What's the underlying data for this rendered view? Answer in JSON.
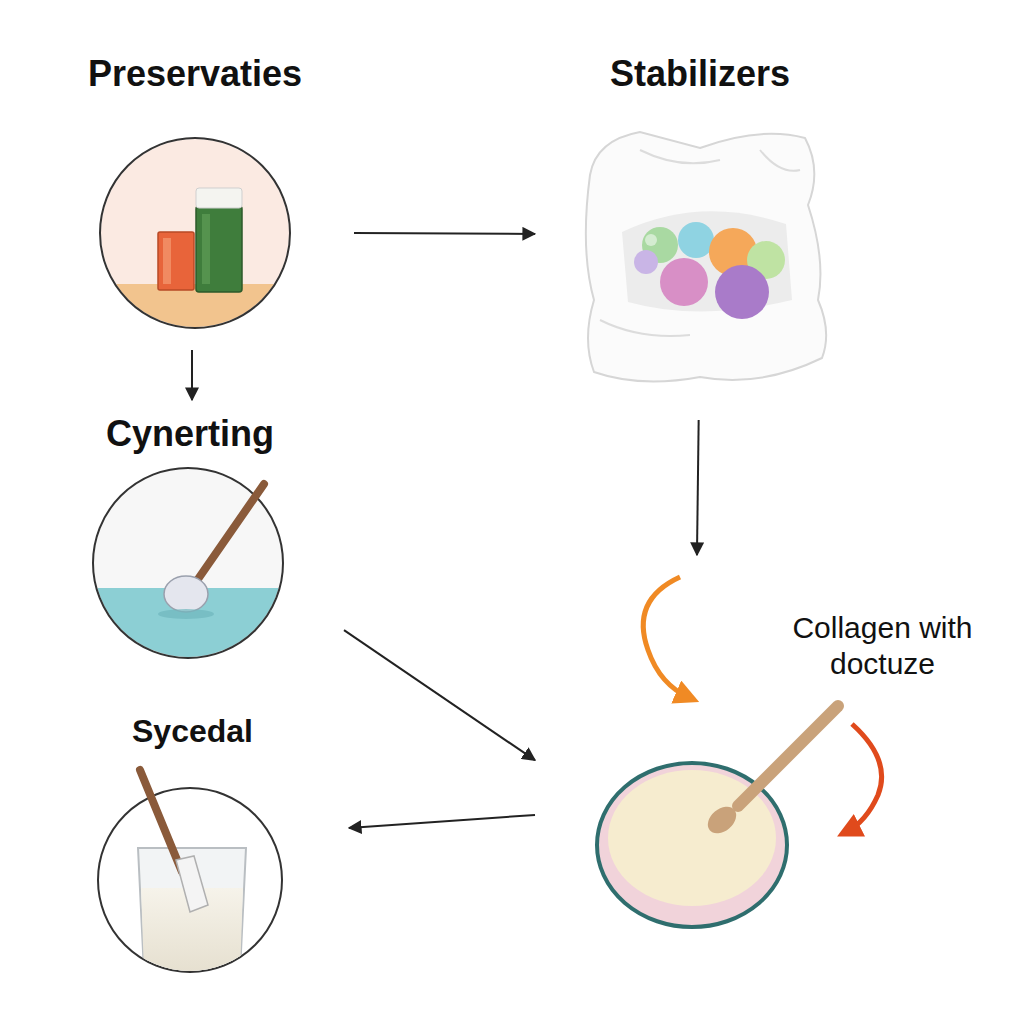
{
  "diagram": {
    "nodes": [
      {
        "text": [
          "Preservaties"
        ]
      },
      {
        "text": [
          "Stabilizers"
        ]
      },
      {
        "text": [
          "Cynerting"
        ]
      },
      {
        "text": [
          "Sycedal"
        ]
      },
      {
        "text": [
          "Collagen with doctuze"
        ]
      }
    ],
    "edges": [
      {
        "from": 0,
        "to": 1,
        "arrow": "to"
      },
      {
        "from": 0,
        "to": 2,
        "arrow": "to"
      },
      {
        "from": 1,
        "to": 4,
        "arrow": "to"
      },
      {
        "from": 2,
        "to": 4,
        "arrow": "to"
      },
      {
        "from": 4,
        "to": 3,
        "arrow": "to"
      }
    ]
  }
}
